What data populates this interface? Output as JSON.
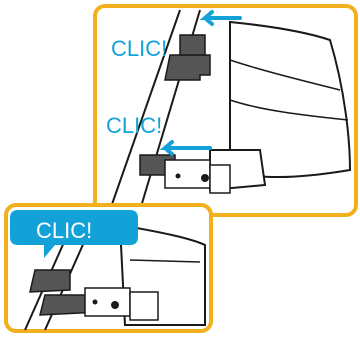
{
  "colors": {
    "frame_border": "#F2B01E",
    "accent_text": "#12A2D8",
    "bubble_fill": "#12A2D8",
    "bubble_text": "#FFFFFF",
    "line": "#1A1A1A",
    "connector_gray": "#555555",
    "arrow": "#12A2D8"
  },
  "labels": {
    "clic_top": "CLIC!",
    "clic_middle": "CLIC!",
    "clic_bubble": "CLIC!"
  },
  "icons": {
    "arrow_top": "left-arrow-icon",
    "arrow_mid": "left-arrow-icon"
  }
}
